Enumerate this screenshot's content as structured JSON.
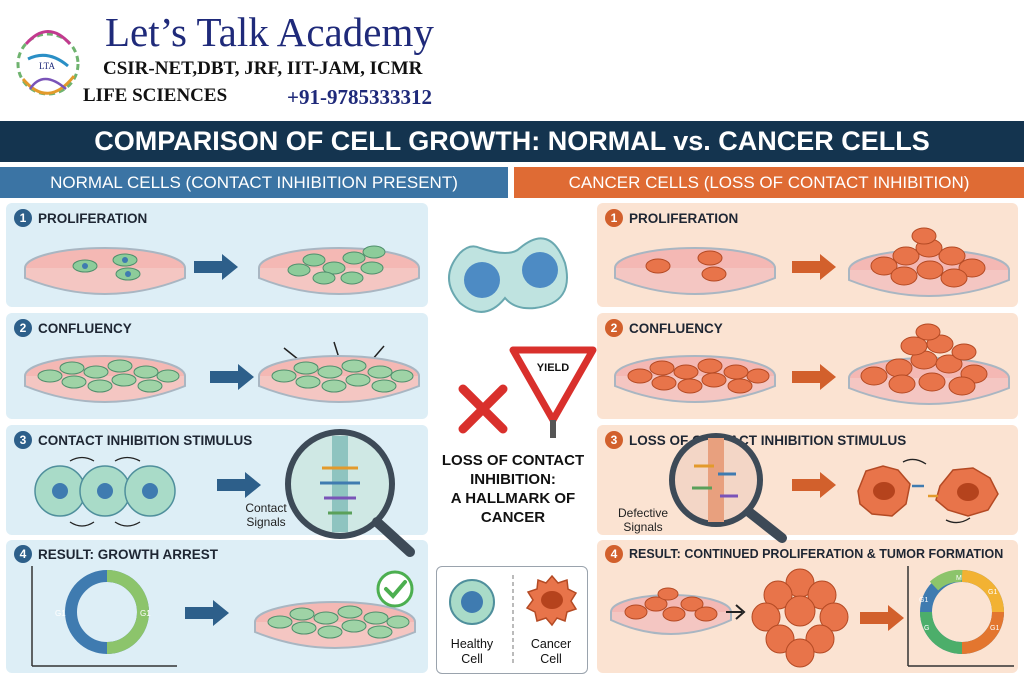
{
  "header": {
    "logo_text": "LTA",
    "title": "Let’s Talk Academy",
    "subtitle": "CSIR-NET,DBT, JRF, IIT-JAM, ICMR",
    "life_sciences": "LIFE SCIENCES",
    "phone": "+91-9785333312"
  },
  "banner_title": "COMPARISON OF CELL GROWTH: NORMAL vs. CANCER CELLS",
  "normal": {
    "header": "NORMAL CELLS (CONTACT INHIBITION PRESENT)",
    "steps": [
      {
        "num": "1",
        "title": "PROLIFERATION"
      },
      {
        "num": "2",
        "title": "CONFLUENCY"
      },
      {
        "num": "3",
        "title": "CONTACT INHIBITION STIMULUS"
      },
      {
        "num": "4",
        "title": "RESULT: GROWTH ARREST"
      }
    ],
    "signals_caption": "Contact\nSignals",
    "cycle_labels": [
      "G1",
      "G1"
    ]
  },
  "cancer": {
    "header": "CANCER CELLS (LOSS OF CONTACT INHIBITION)",
    "steps": [
      {
        "num": "1",
        "title": "PROLIFERATION"
      },
      {
        "num": "2",
        "title": "CONFLUENCY"
      },
      {
        "num": "3",
        "title": "LOSS OF CONTACT INHIBITION STIMULUS"
      },
      {
        "num": "4",
        "title": "RESULT: CONTINUED PROLIFERATION & TUMOR FORMATION"
      }
    ],
    "signals_caption": "Defective\nSignals",
    "cycle_labels": [
      "M",
      "G1",
      "G1",
      "G",
      "G1"
    ]
  },
  "center": {
    "yield_sign": "YIELD",
    "hallmark_text": "LOSS OF CONTACT\nINHIBITION:\nA HALLMARK OF\nCANCER",
    "legend": {
      "healthy": "Healthy\nCell",
      "cancer": "Cancer\nCell"
    }
  },
  "colors": {
    "navy": "#14344f",
    "normal_blue": "#3b74a4",
    "cancer_orange": "#df6b34",
    "normal_panel": "#ddeef6",
    "cancer_panel": "#fbe3d2"
  }
}
